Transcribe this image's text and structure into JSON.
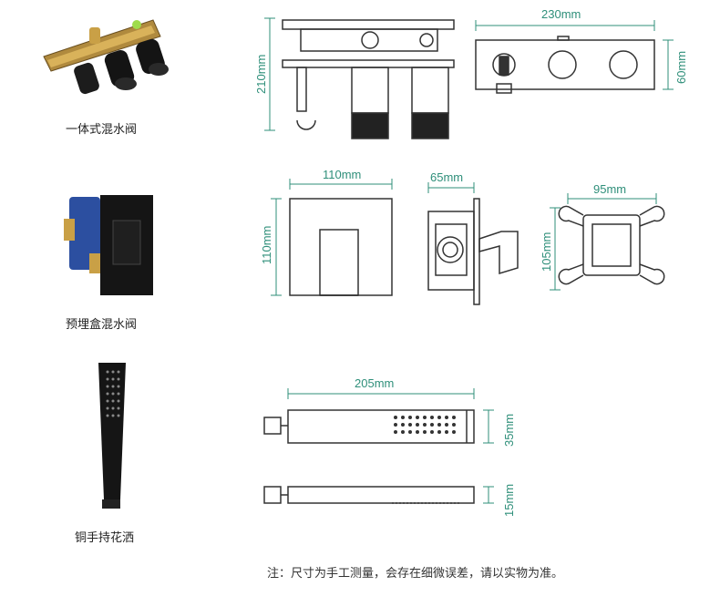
{
  "products": [
    {
      "name": "一体式混水阀",
      "dims": {
        "width": "230mm",
        "height": "210mm",
        "depth": "60mm"
      }
    },
    {
      "name": "预埋盒混水阀",
      "dims": {
        "front_width": "110mm",
        "front_height": "110mm",
        "side_depth": "65mm",
        "box_width": "95mm",
        "box_height": "105mm"
      }
    },
    {
      "name": "铜手持花洒",
      "dims": {
        "length": "205mm",
        "height": "35mm",
        "thickness": "15mm"
      }
    }
  ],
  "note": "注：尺寸为手工测量，会存在细微误差，请以实物为准。",
  "colors": {
    "dimension": "#2f8f7a",
    "line": "#333333",
    "product": "#1a1a1a"
  }
}
